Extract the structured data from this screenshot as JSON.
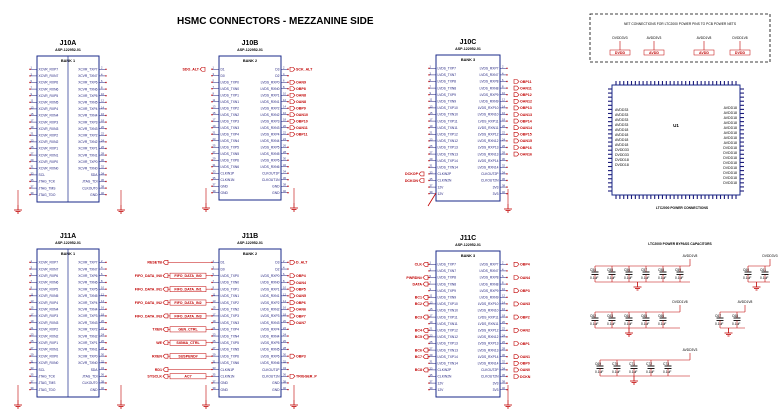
{
  "sheet": {
    "title": "HSMC CONNECTORS - MEZZANINE SIDE",
    "colors": {
      "wire": "#c00000",
      "body": "#1a2a8a",
      "pin": "#1a1a7a"
    }
  },
  "connectors": {
    "J10A": {
      "label": "J10A",
      "part": "ASP-122952-01",
      "bank": "BANK 1",
      "left": [
        "XCVR_RXP7",
        "XCVR_RXN7",
        "XCVR_RXP6",
        "XCVR_RXN6",
        "XCVR_RXP5",
        "XCVR_RXN5",
        "XCVR_RXP4",
        "XCVR_RXN4",
        "XCVR_RXP3",
        "XCVR_RXN3",
        "XCVR_RXP2",
        "XCVR_RXN2",
        "XCVR_RXP1",
        "XCVR_RXN1",
        "XCVR_RXP0",
        "XCVR_RXN0",
        "SCL",
        "JTAG_TCK",
        "JTAG_TMS",
        "JTAG_TDO"
      ],
      "right": [
        "XCVR_TXP7",
        "XCVR_TXN7",
        "XCVR_TXP6",
        "XCVR_TXN6",
        "XCVR_TXP5",
        "XCVR_TXN5",
        "XCVR_TXP4",
        "XCVR_TXN4",
        "XCVR_TXP3",
        "XCVR_TXN3",
        "XCVR_TXP2",
        "XCVR_TXN2",
        "XCVR_TXP1",
        "XCVR_TXN1",
        "XCVR_TXP0",
        "XCVR_TXN0",
        "SDA",
        "JTAG_TDI",
        "CLKOUT0",
        "GND"
      ],
      "bottom": "GND"
    },
    "J11A": {
      "label": "J11A",
      "part": "ASP-122952-01",
      "bank": "BANK 1",
      "left": [
        "XCVR_RXP7",
        "XCVR_RXN7",
        "XCVR_RXP6",
        "XCVR_RXN6",
        "XCVR_RXP5",
        "XCVR_RXN5",
        "XCVR_RXP4",
        "XCVR_RXN4",
        "XCVR_RXP3",
        "XCVR_RXN3",
        "XCVR_RXP2",
        "XCVR_RXN2",
        "XCVR_RXP1",
        "XCVR_RXN1",
        "XCVR_RXP0",
        "XCVR_RXN0",
        "SCL",
        "JTAG_TCK",
        "JTAG_TMS",
        "JTAG_TDO"
      ],
      "right": [
        "XCVR_TXP7",
        "XCVR_TXN7",
        "XCVR_TXP6",
        "XCVR_TXN6",
        "XCVR_TXP5",
        "XCVR_TXN5",
        "XCVR_TXP4",
        "XCVR_TXN4",
        "XCVR_TXP3",
        "XCVR_TXN3",
        "XCVR_TXP2",
        "XCVR_TXN2",
        "XCVR_TXP1",
        "XCVR_TXN1",
        "XCVR_TXP0",
        "XCVR_TXN0",
        "SDA",
        "JTAG_TDI",
        "CLKOUT0",
        "GND"
      ],
      "bottom": "GND"
    },
    "J10B": {
      "label": "J10B",
      "part": "ASP-122952-01",
      "bank": "BANK 2",
      "left": [
        "D1",
        "D0",
        "LVDS_TXP0",
        "LVDS_TXN0",
        "LVDS_TXP1",
        "LVDS_TXN1",
        "LVDS_TXP2",
        "LVDS_TXN2",
        "LVDS_TXP3",
        "LVDS_TXN3",
        "LVDS_TXP4",
        "LVDS_TXN4",
        "LVDS_TXP5",
        "LVDS_TXN5",
        "LVDS_TXP6",
        "LVDS_TXN6",
        "CLKIN1P",
        "CLKIN1N",
        "GND",
        "GND"
      ],
      "right": [
        "D3",
        "D2",
        "LVDS_RXP0",
        "LVDS_RXN0",
        "LVDS_RXP1",
        "LVDS_RXN1",
        "LVDS_RXP2",
        "LVDS_RXN2",
        "LVDS_RXP3",
        "LVDS_RXN3",
        "LVDS_RXP4",
        "LVDS_RXN4",
        "LVDS_RXP5",
        "LVDS_RXN5",
        "LVDS_RXP6",
        "LVDS_RXN6",
        "CLKOUT1P",
        "CLKOUT1N",
        "GND",
        "GND"
      ]
    },
    "J11B": {
      "label": "J11B",
      "part": "ASP-122952-01",
      "bank": "BANK 2",
      "left": [
        "D1",
        "D0",
        "LVDS_TXP0",
        "LVDS_TXN0",
        "LVDS_TXP1",
        "LVDS_TXN1",
        "LVDS_TXP2",
        "LVDS_TXN2",
        "LVDS_TXP3",
        "LVDS_TXN3",
        "LVDS_TXP4",
        "LVDS_TXN4",
        "LVDS_TXP5",
        "LVDS_TXN5",
        "LVDS_TXP6",
        "LVDS_TXN6",
        "CLKIN1P",
        "CLKIN1N",
        "GND",
        "GND"
      ],
      "right": [
        "D3",
        "D2",
        "LVDS_RXP0",
        "LVDS_RXN0",
        "LVDS_RXP1",
        "LVDS_RXN1",
        "LVDS_RXP2",
        "LVDS_RXN2",
        "LVDS_RXP3",
        "LVDS_RXN3",
        "LVDS_RXP4",
        "LVDS_RXN4",
        "LVDS_RXP5",
        "LVDS_RXN5",
        "LVDS_RXP6",
        "LVDS_RXN6",
        "CLKOUT1P",
        "CLKOUT1N",
        "GND",
        "GND"
      ]
    },
    "J10C": {
      "label": "J10C",
      "part": "ASP-122952-01",
      "bank": "BANK 3",
      "left": [
        "LVDS_TXP7",
        "LVDS_TXN7",
        "LVDS_TXP8",
        "LVDS_TXN8",
        "LVDS_TXP9",
        "LVDS_TXN9",
        "LVDS_TXP10",
        "LVDS_TXN10",
        "LVDS_TXP11",
        "LVDS_TXN11",
        "LVDS_TXP12",
        "LVDS_TXN12",
        "LVDS_TXP13",
        "LVDS_TXN13",
        "LVDS_TXP14",
        "LVDS_TXN14",
        "CLKIN2P",
        "CLKIN2N",
        "12V",
        "12V"
      ],
      "right": [
        "LVDS_RXP7",
        "LVDS_RXN7",
        "LVDS_RXP8",
        "LVDS_RXN8",
        "LVDS_RXP9",
        "LVDS_RXN9",
        "LVDS_RXP10",
        "LVDS_RXN10",
        "LVDS_RXP11",
        "LVDS_RXN11",
        "LVDS_RXP12",
        "LVDS_RXN12",
        "LVDS_RXP13",
        "LVDS_RXN13",
        "LVDS_RXP14",
        "LVDS_RXN14",
        "CLKOUT2P",
        "CLKOUT2N",
        "3V3",
        "3V3"
      ]
    },
    "J11C": {
      "label": "J11C",
      "part": "ASP-122952-01",
      "bank": "BANK 3",
      "left": [
        "LVDS_TXP7",
        "LVDS_TXN7",
        "LVDS_TXP8",
        "LVDS_TXN8",
        "LVDS_TXP9",
        "LVDS_TXN9",
        "LVDS_TXP10",
        "LVDS_TXN10",
        "LVDS_TXP11",
        "LVDS_TXN11",
        "LVDS_TXP12",
        "LVDS_TXN12",
        "LVDS_TXP13",
        "LVDS_TXN13",
        "LVDS_TXP14",
        "LVDS_TXN14",
        "CLKIN2P",
        "CLKIN2N",
        "12V",
        "12V"
      ],
      "right": [
        "LVDS_RXP7",
        "LVDS_RXN7",
        "LVDS_RXP8",
        "LVDS_RXN8",
        "LVDS_RXP9",
        "LVDS_RXN9",
        "LVDS_RXP10",
        "LVDS_RXN10",
        "LVDS_RXP11",
        "LVDS_RXN11",
        "LVDS_RXP12",
        "LVDS_RXN12",
        "LVDS_RXP13",
        "LVDS_RXN13",
        "LVDS_RXP14",
        "LVDS_RXN14",
        "CLKOUT2P",
        "CLKOUT2N",
        "3V3",
        "3V3"
      ]
    }
  },
  "nets": {
    "J10B_left": [
      "SDO_ALT"
    ],
    "J10B_right": [
      "SCK_ALT",
      "OAN9",
      "OBP8",
      "OAN8",
      "OAN8",
      "OBP9",
      "OAN10",
      "OBP10",
      "OAN11",
      "OBP11"
    ],
    "J10C_left": [
      "DCKOP",
      "DCKON"
    ],
    "J10C_right": [
      "OBP11",
      "OAN11",
      "OBP12",
      "OAN12",
      "OBP13",
      "OAN13",
      "OBP14",
      "OAN14",
      "OBP15",
      "OAN15",
      "OBP16",
      "OAN16"
    ],
    "J11B_left": [
      "RESETB",
      "FIFO_DATA_IN0",
      "FIFO_DATA_IN1",
      "FIFO_DATA_IN2",
      "FIFO_DATA_IN3",
      "TXEN",
      "WE",
      "RXEN",
      "RD1",
      "SYSCLK"
    ],
    "J11B_left_inner": [
      "FIFO_DATA_IN0",
      "FIFO_DATA_IN1",
      "FIFO_DATA_IN2",
      "FIFO_DATA_IN3",
      "GEN_CTRL",
      "SIGMA_CTRL",
      "SUSPEND#",
      "AC7"
    ],
    "J11B_right": [
      "D_ALT",
      "OBP4",
      "OAN4",
      "OBP5",
      "OAN5",
      "OBP6",
      "OAN6",
      "OBP7",
      "OAN7",
      "OBP3",
      "TRIGGER_P"
    ],
    "J11C_left": [
      "CLK",
      "PWRDN#",
      "DATA",
      "BC1",
      "BC2",
      "BC3",
      "BC4",
      "BC5",
      "BC6",
      "BC7",
      "BC8"
    ],
    "J11C_right": [
      "OBP4",
      "OAN4",
      "OBP3",
      "OAN3",
      "OBP2",
      "OAN2",
      "OBP1",
      "OAN1",
      "OBP0",
      "OAN0",
      "DCKN"
    ]
  },
  "net_connections": {
    "title": "NET CONNECTIONS FOR LTC2000 POWER PINS TO PCB POWER NETS",
    "supplies": [
      "DVDD3V3",
      "AVDD3V3",
      "AVDD1V8",
      "DVDD1V8"
    ],
    "nets": [
      "DVDD",
      "AVDD",
      "AVDD",
      "DVDD"
    ]
  },
  "u1": {
    "ref": "U1",
    "caption": "LTC2000 POWER CONNECTIONS",
    "left_labels": [
      "AVDD33",
      "AVDD33",
      "AVDD33",
      "AVDD33",
      "AVDD18",
      "AVDD18",
      "AVDD18",
      "AVDD18",
      "DVDD33",
      "DVDD33",
      "DVDD18",
      "DVDD18"
    ],
    "right_labels": [
      "AVDD18",
      "AVDD18",
      "AVDD18",
      "AVDD18",
      "AVDD18",
      "AVDD18",
      "AVDD18",
      "AVDD18",
      "DVDD18",
      "DVDD18",
      "DVDD18",
      "DVDD18",
      "DVDD18",
      "DVDD18",
      "DVDD18",
      "DVDD18"
    ]
  },
  "bypass": {
    "title": "LTC2000 POWER BYPASS CAPACITORS",
    "groups": [
      {
        "rail": "AVDD1V8",
        "caps": [
          "C54",
          "C55",
          "C56",
          "C57",
          "C58",
          "C59"
        ],
        "values": [
          "0.1uF",
          "0.1uF",
          "0.1uF",
          "0.1uF",
          "0.1uF",
          "0.1uF"
        ]
      },
      {
        "rail": "DVDD3V3",
        "caps": [
          "C60",
          "C61"
        ],
        "values": [
          "0.1uF",
          "0.1uF"
        ]
      },
      {
        "rail": "DVDD1V8",
        "caps": [
          "C62",
          "C63",
          "C64",
          "C65",
          "C66"
        ],
        "values": [
          "0.1uF",
          "0.1uF",
          "0.1uF",
          "0.1uF",
          "0.1uF"
        ]
      },
      {
        "rail": "AVDD1V8",
        "caps": [
          "C67",
          "C68"
        ],
        "values": [
          "0.1uF",
          "0.1uF"
        ]
      },
      {
        "rail": "AVDD3V3",
        "caps": [
          "C69",
          "C70",
          "C71",
          "C72",
          "C73"
        ],
        "values": [
          "0.1uF",
          "0.1uF",
          "0.1uF",
          "0.1uF",
          "0.1uF"
        ]
      }
    ]
  }
}
